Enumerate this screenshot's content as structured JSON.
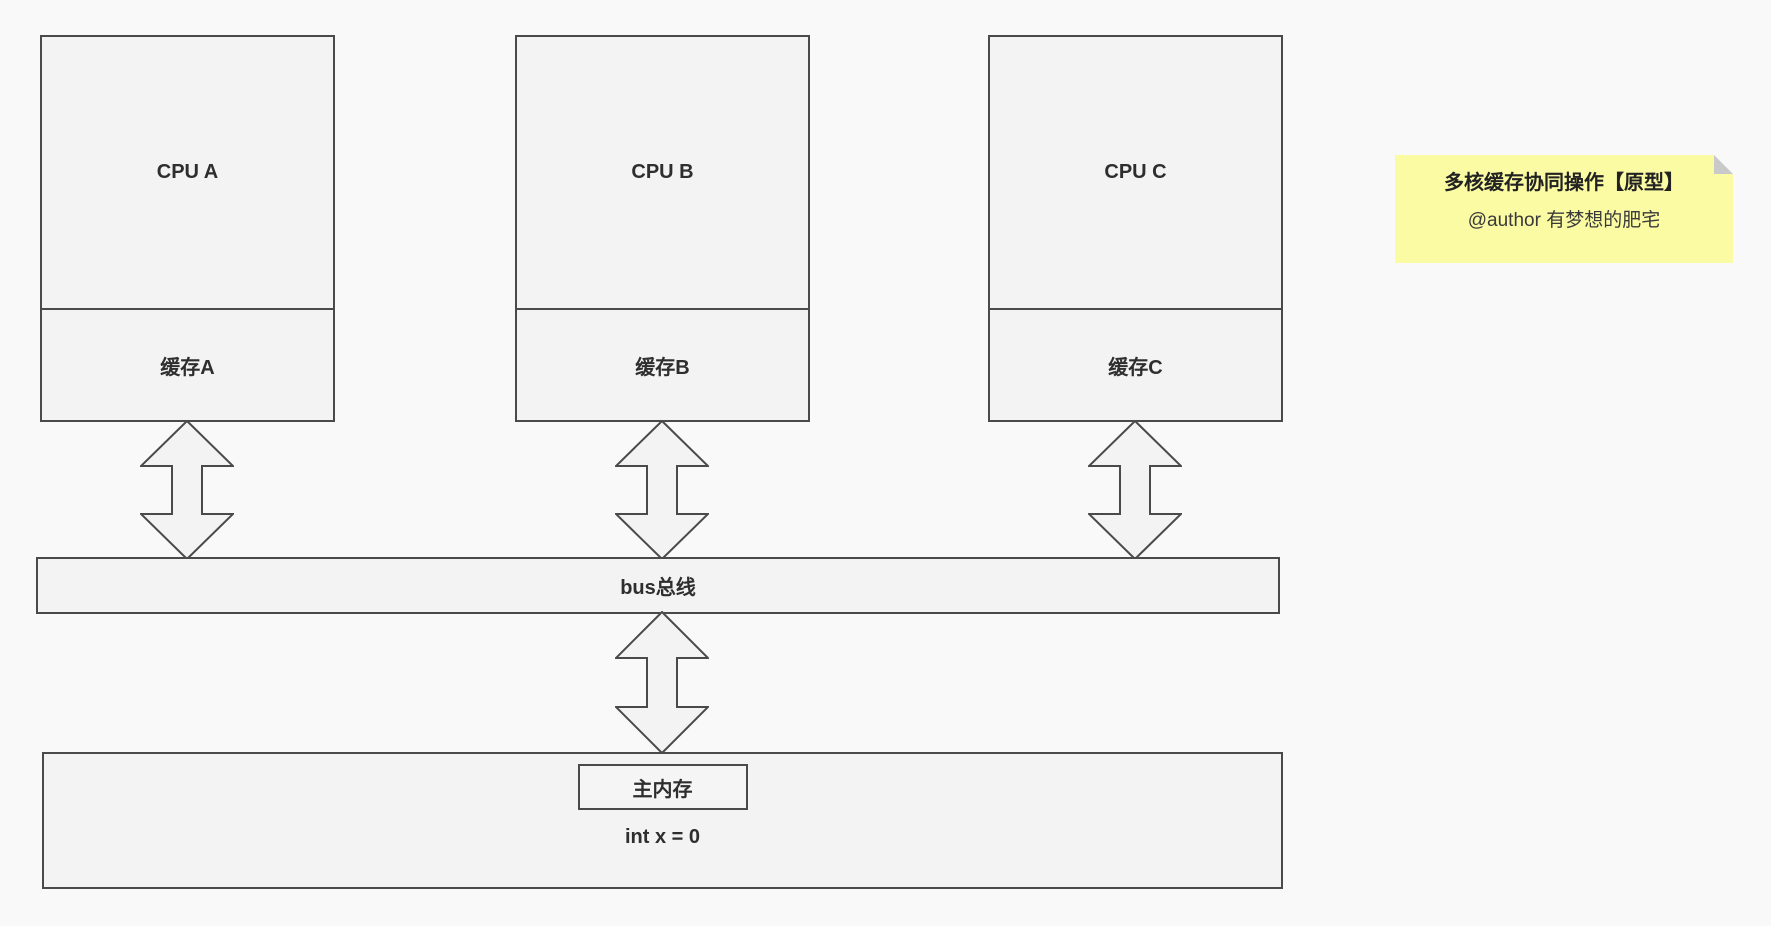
{
  "colors": {
    "background": "#F9F9F9",
    "shape_fill": "#F3F3F3",
    "shape_border": "#4A4A4A",
    "text": "#2E2E2E",
    "note_background": "#FAFBA3",
    "note_fold": "#C9C9C9"
  },
  "diagram": {
    "cpu_groups": [
      {
        "cpu": "CPU A",
        "cache": "缓存A"
      },
      {
        "cpu": "CPU B",
        "cache": "缓存B"
      },
      {
        "cpu": "CPU C",
        "cache": "缓存C"
      }
    ],
    "bus": {
      "label": "bus总线"
    },
    "memory": {
      "label": "主内存",
      "value": "int x = 0"
    },
    "note": {
      "title": "多核缓存协同操作【原型】",
      "author": "@author 有梦想的肥宅"
    }
  }
}
